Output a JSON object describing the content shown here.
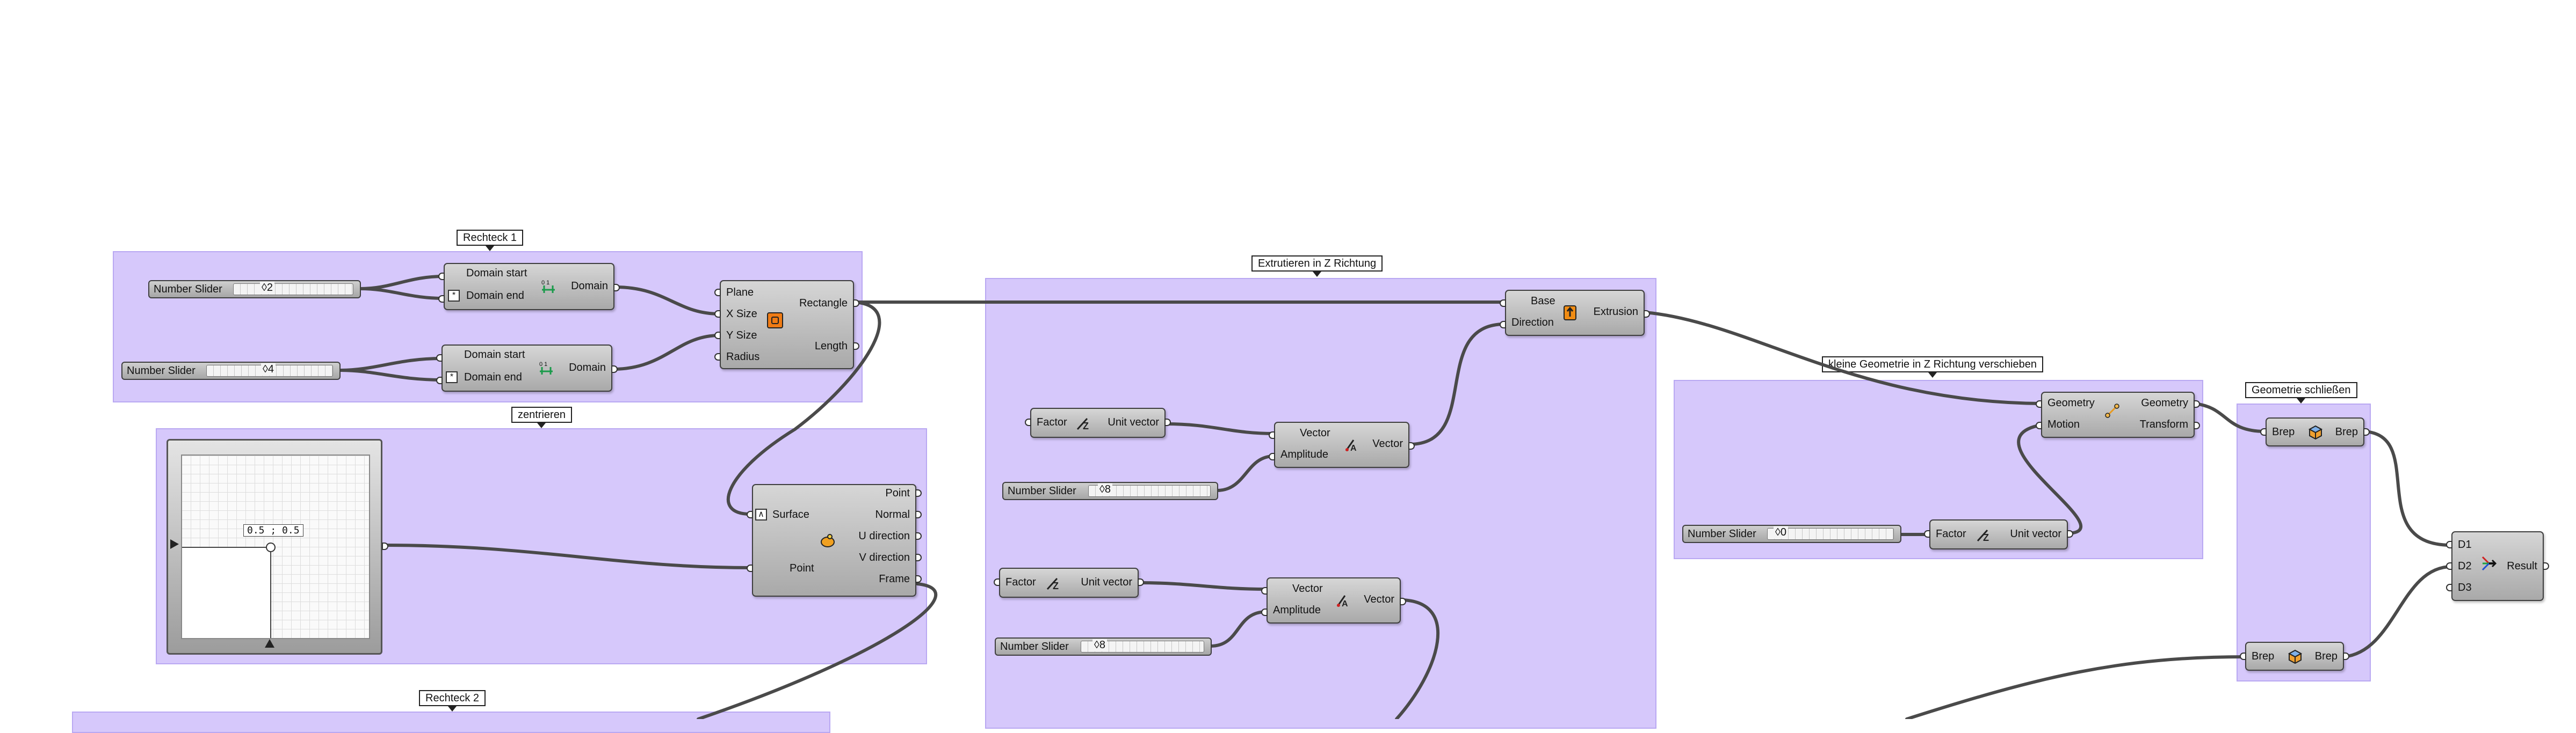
{
  "groups": {
    "rechteck1": "Rechteck 1",
    "zentrieren": "zentrieren",
    "rechteck2": "Rechteck 2",
    "extrutieren": "Extrutieren in Z Richtung",
    "verschieben": "kleine Geometrie in Z Richtung verschieben",
    "schliessen": "Geometrie schließen"
  },
  "sliders": {
    "s1": {
      "label": "Number Slider",
      "value": "◊2"
    },
    "s2": {
      "label": "Number Slider",
      "value": "◊4"
    },
    "s3": {
      "label": "Number Slider",
      "value": "◊8"
    },
    "s4": {
      "label": "Number Slider",
      "value": "◊8"
    },
    "s5": {
      "label": "Number Slider",
      "value": "◊0"
    }
  },
  "components": {
    "domain1": {
      "in1": "Domain start",
      "in2": "Domain end",
      "out": "Domain"
    },
    "domain2": {
      "in1": "Domain start",
      "in2": "Domain end",
      "out": "Domain"
    },
    "rectangle": {
      "in1": "Plane",
      "in2": "X Size",
      "in3": "Y Size",
      "in4": "Radius",
      "out1": "Rectangle",
      "out2": "Length"
    },
    "evalsrf": {
      "in1": "Surface",
      "in2": "Point",
      "out1": "Point",
      "out2": "Normal",
      "out3": "U direction",
      "out4": "V direction",
      "out5": "Frame"
    },
    "extrusion": {
      "in1": "Base",
      "in2": "Direction",
      "out": "Extrusion"
    },
    "unitz1": {
      "in": "Factor",
      "out": "Unit vector"
    },
    "amp1": {
      "in1": "Vector",
      "in2": "Amplitude",
      "out": "Vector"
    },
    "unitz2": {
      "in": "Factor",
      "out": "Unit vector"
    },
    "amp2": {
      "in1": "Vector",
      "in2": "Amplitude",
      "out": "Vector"
    },
    "move": {
      "in1": "Geometry",
      "in2": "Motion",
      "out1": "Geometry",
      "out2": "Transform"
    },
    "unitz3": {
      "in": "Factor",
      "out": "Unit vector"
    },
    "brep1": {
      "in": "Brep",
      "out": "Brep"
    },
    "brep2": {
      "in": "Brep",
      "out": "Brep"
    },
    "merge": {
      "in1": "D1",
      "in2": "D2",
      "in3": "D3",
      "out": "Result"
    }
  },
  "mdslider": {
    "readout": "0.5 ; 0.5"
  },
  "colors": {
    "group_fill": "#d6c8fb",
    "wire": "#4a4a4a",
    "component": "#b8b8b8"
  },
  "icons": [
    "domain-icon",
    "rectangle-icon",
    "evaluate-surface-icon",
    "extrusion-icon",
    "unit-z-icon",
    "amplitude-icon",
    "move-icon",
    "brep-icon",
    "merge-icon"
  ]
}
